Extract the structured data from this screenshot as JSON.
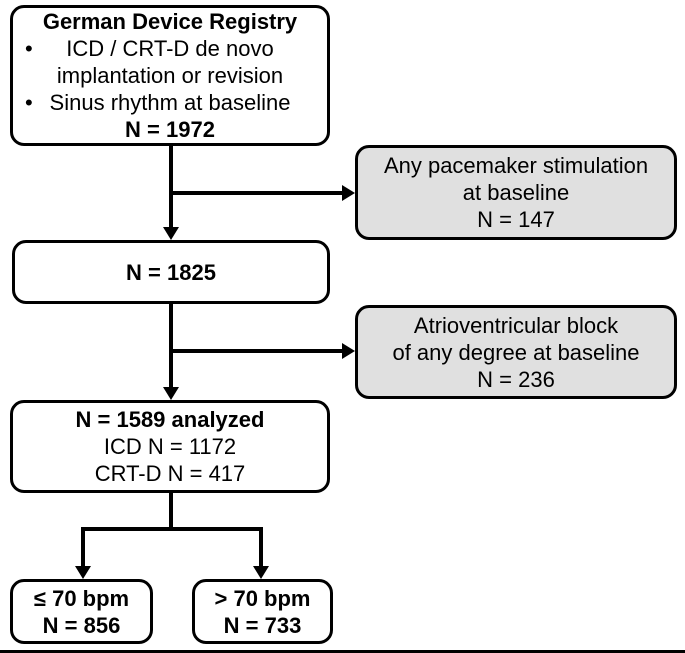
{
  "colors": {
    "background": "#ffffff",
    "box_fill": "#ffffff",
    "excluded_box_fill": "#e0e0e0",
    "border": "#000000",
    "text": "#000000"
  },
  "nodes": {
    "registry": {
      "title": "German Device Registry",
      "bullet_char": "•",
      "bullet1_line1": "ICD / CRT-D de novo",
      "bullet1_line2": "implantation or revision",
      "bullet2_line1": "Sinus rhythm at baseline",
      "count": "N = 1972"
    },
    "pacemaker_exclusion": {
      "line1": "Any pacemaker stimulation",
      "line2": "at baseline",
      "count": "N = 147"
    },
    "after_pacemaker": {
      "count": "N = 1825"
    },
    "avblock_exclusion": {
      "line1": "Atrioventricular block",
      "line2": "of any degree at baseline",
      "count": "N = 236"
    },
    "analyzed": {
      "title": "N = 1589 analyzed",
      "line2": "ICD N = 1172",
      "line3": "CRT-D N = 417"
    },
    "le70": {
      "line1": "≤ 70 bpm",
      "count": "N = 856"
    },
    "gt70": {
      "line1": "> 70 bpm",
      "count": "N = 733"
    }
  }
}
